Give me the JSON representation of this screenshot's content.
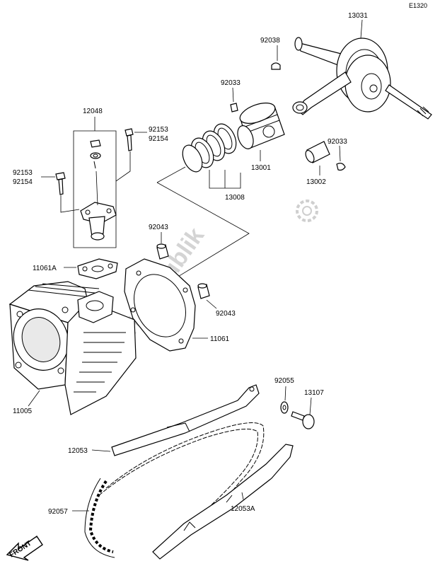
{
  "diagram_code": "E1320",
  "watermark": "Partsrepublik",
  "front_label": "FRONT",
  "parts": [
    {
      "id": "p13031",
      "number": "13031"
    },
    {
      "id": "p92038",
      "number": "92038"
    },
    {
      "id": "p92033a",
      "number": "92033"
    },
    {
      "id": "p13001",
      "number": "13001"
    },
    {
      "id": "p92033b",
      "number": "92033"
    },
    {
      "id": "p13002",
      "number": "13002"
    },
    {
      "id": "p13008",
      "number": "13008"
    },
    {
      "id": "p12048",
      "number": "12048"
    },
    {
      "id": "p92153a",
      "number": "92153"
    },
    {
      "id": "p92154a",
      "number": "92154"
    },
    {
      "id": "p92153b",
      "number": "92153"
    },
    {
      "id": "p92154b",
      "number": "92154"
    },
    {
      "id": "p92043a",
      "number": "92043"
    },
    {
      "id": "p11061A",
      "number": "11061A"
    },
    {
      "id": "p92043b",
      "number": "92043"
    },
    {
      "id": "p11061",
      "number": "11061"
    },
    {
      "id": "p11005",
      "number": "11005"
    },
    {
      "id": "p92055",
      "number": "92055"
    },
    {
      "id": "p13107",
      "number": "13107"
    },
    {
      "id": "p12053",
      "number": "12053"
    },
    {
      "id": "p92057",
      "number": "92057"
    },
    {
      "id": "p12053A",
      "number": "12053A"
    }
  ]
}
